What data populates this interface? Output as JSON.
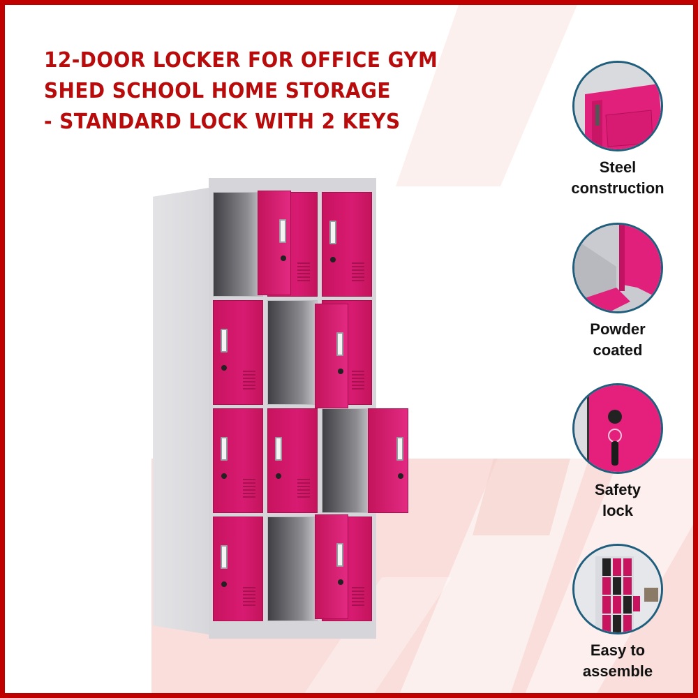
{
  "product": {
    "title_lines": [
      "12-DOOR LOCKER FOR OFFICE GYM",
      "SHED SCHOOL HOME STORAGE",
      "- STANDARD LOCK WITH 2 KEYS"
    ],
    "main_image": "pink-12-door-steel-locker"
  },
  "features": [
    {
      "line1": "Steel",
      "line2": "construction",
      "icon": "steel-construction-photo"
    },
    {
      "line1": "Powder",
      "line2": "coated",
      "icon": "powder-coated-photo"
    },
    {
      "line1": "Safety",
      "line2": "lock",
      "icon": "safety-lock-photo"
    },
    {
      "line1": "Easy to",
      "line2": "assemble",
      "icon": "easy-assemble-photo"
    }
  ],
  "colors": {
    "border": "#c00000",
    "title": "#b80c0c",
    "locker_door": "#d81b72",
    "locker_body": "#d6d6da",
    "circle_border": "#1f5f7d",
    "background_tint": "#f9dedb"
  }
}
